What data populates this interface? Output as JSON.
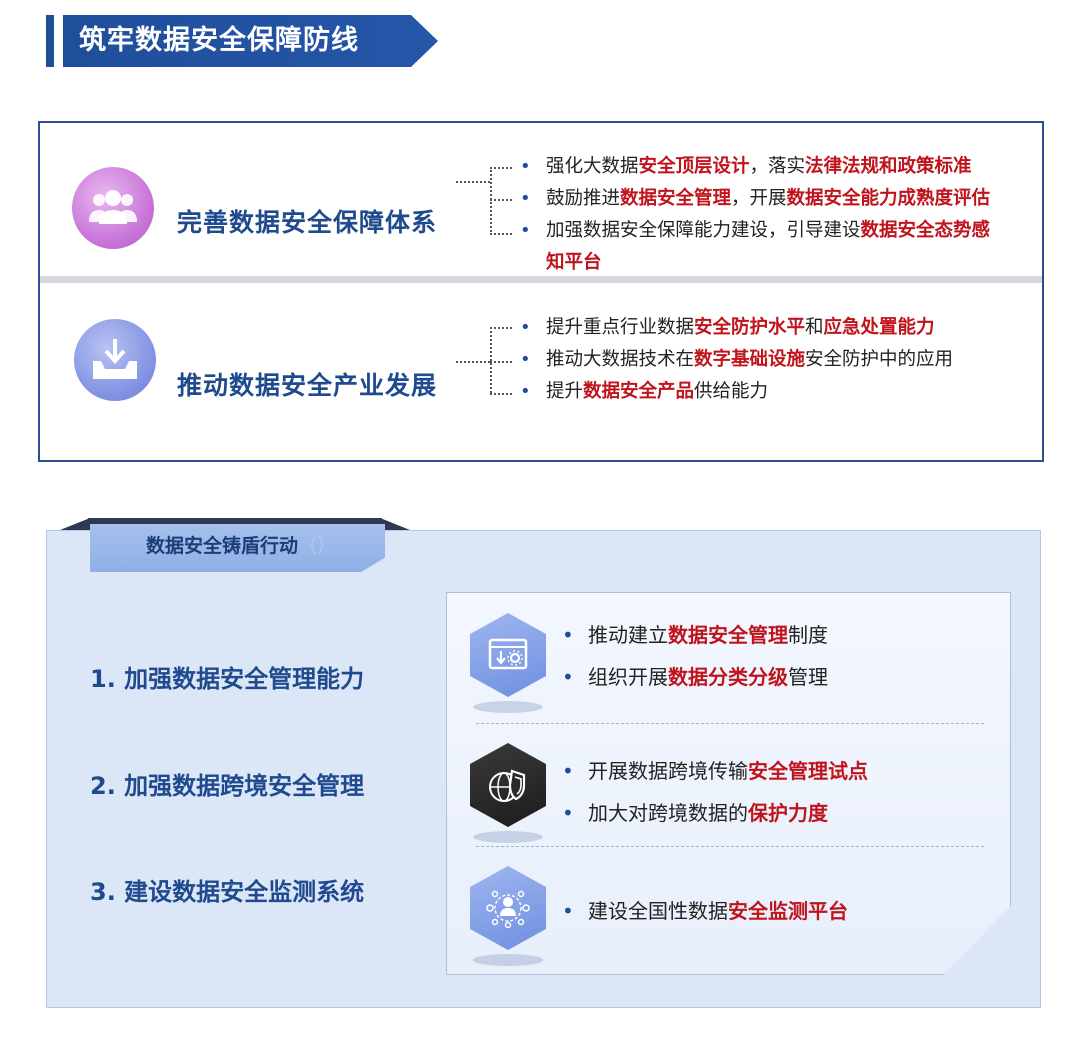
{
  "title": "筑牢数据安全保障防线",
  "section1": {
    "title": "完善数据安全保障体系",
    "icon": "people-group-icon",
    "bullets": [
      {
        "p1": "强化大数据",
        "h1": "安全顶层设计",
        "p2": "，落实",
        "h2": "法律法规和政策标准",
        "p3": ""
      },
      {
        "p1": "鼓励推进",
        "h1": "数据安全管理",
        "p2": "，开展",
        "h2": "数据安全能力成熟度评估",
        "p3": ""
      },
      {
        "p1": "加强数据安全保障能力建设，引导建设",
        "h1": "数据安全态势感",
        "h2": "知平台"
      }
    ]
  },
  "section2": {
    "title": "推动数据安全产业发展",
    "icon": "download-tray-icon",
    "bullets": [
      {
        "p1": "提升重点行业数据",
        "h1": "安全防护水平",
        "p2": "和",
        "h2": "应急处置能力"
      },
      {
        "p1": "推动大数据技术在",
        "h1": "数字基础设施",
        "p2": "安全防护中的应用"
      },
      {
        "p1": "提升",
        "h1": "数据安全产品",
        "p2": "供给能力"
      }
    ]
  },
  "action": {
    "tab_label": "数据安全铸盾行动",
    "tab_faint": "（）",
    "items": [
      {
        "label": "1. 加强数据安全管理能力"
      },
      {
        "label": "2. 加强数据跨境安全管理"
      },
      {
        "label": "3. 建设数据安全监测系统"
      }
    ],
    "cards": [
      {
        "icon": "window-download-gear-icon",
        "bullets": [
          {
            "p1": "推动建立",
            "h1": "数据安全管理",
            "p2": "制度"
          },
          {
            "p1": "组织开展",
            "h1": "数据分类分级",
            "p2": "管理"
          }
        ]
      },
      {
        "icon": "globe-shield-icon",
        "bullets": [
          {
            "p1": "开展数据跨境传输",
            "h1": "安全管理试点",
            "p2": ""
          },
          {
            "p1": "加大对跨境数据的",
            "h1": "保护力度",
            "p2": ""
          }
        ]
      },
      {
        "icon": "network-user-icon",
        "bullets": [
          {
            "p1": "建设全国性数据",
            "h1": "安全监测平台",
            "p2": ""
          }
        ]
      }
    ]
  },
  "colors": {
    "primary_blue": "#1f4e9a",
    "highlight_red": "#c0141d",
    "panel_bg": "#dbe6f7"
  }
}
